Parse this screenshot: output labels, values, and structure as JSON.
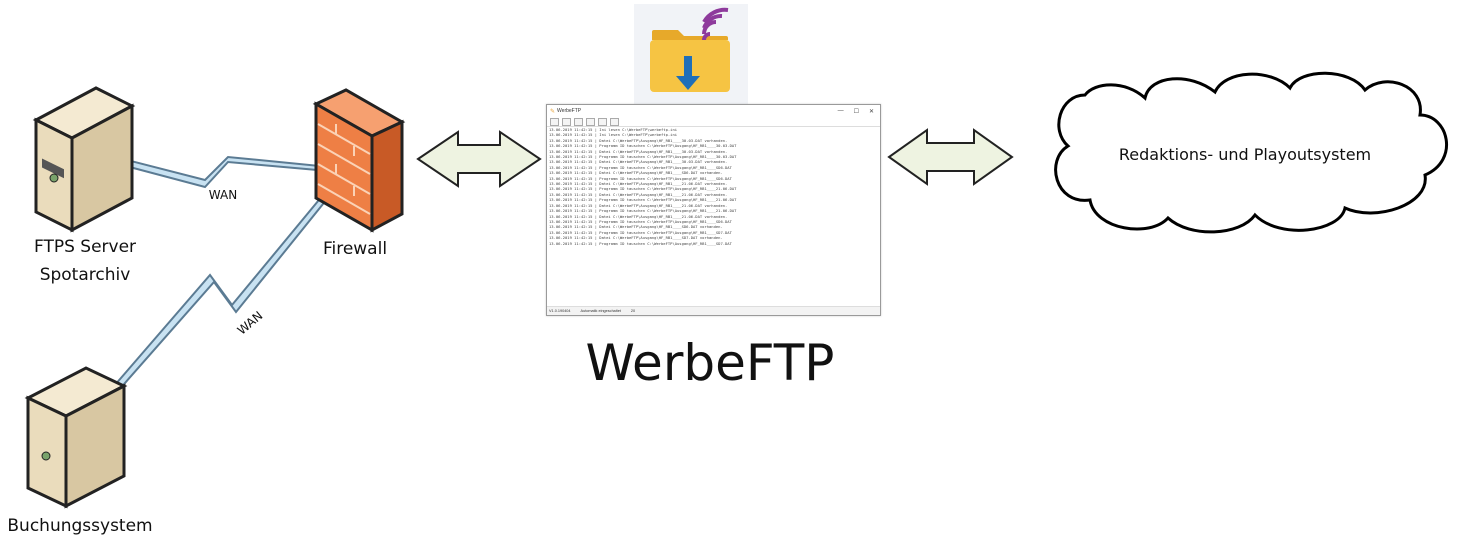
{
  "labels": {
    "ftps_server_line1": "FTPS Server",
    "ftps_server_line2": "Spotarchiv",
    "firewall": "Firewall",
    "booking": "Buchungssystem",
    "wan_top": "WAN",
    "wan_bottom": "WAN",
    "cloud": "Redaktions- und Playoutsystem",
    "app_title": "WerbeFTP"
  },
  "window": {
    "title": "WerbeFTP",
    "controls": [
      "—",
      "☐",
      "✕"
    ],
    "log_lines": [
      "13.06.2019 11:42:15 | Ini lesen C:\\WerbeFTP\\werbeftp.ini",
      "13.06.2019 11:42:15 | Ini lesen C:\\WerbeFTP\\werbeftp.ini",
      "13.06.2019 11:42:15 | Datei C:\\WerbeFTP\\Ausgang\\HF_RB1____30.03.DAT vorhanden.",
      "13.06.2019 11:42:15 | Programm ID tauschen C:\\WerbeFTP\\Ausgang\\HF_RB1____30.03.DAT",
      "13.06.2019 11:42:15 | Datei C:\\WerbeFTP\\Ausgang\\HF_RB1____30.03.DAT vorhanden.",
      "13.06.2019 11:42:15 | Programm ID tauschen C:\\WerbeFTP\\Ausgang\\HF_RB1____30.03.DAT",
      "13.06.2019 11:42:15 | Datei C:\\WerbeFTP\\Ausgang\\HF_RB1____30.03.DAT vorhanden.",
      "13.06.2019 11:42:15 | Programm ID tauschen C:\\WerbeFTP\\Ausgang\\HF_RB1____SD6.DAT",
      "13.06.2019 11:42:15 | Datei C:\\WerbeFTP\\Ausgang\\HF_RB1____SD6.DAT vorhanden.",
      "13.06.2019 11:42:15 | Programm ID tauschen C:\\WerbeFTP\\Ausgang\\HF_RB1____SD6.DAT",
      "13.06.2019 11:42:15 | Datei C:\\WerbeFTP\\Ausgang\\HF_RB1____21.06.DAT vorhanden.",
      "13.06.2019 11:42:15 | Programm ID tauschen C:\\WerbeFTP\\Ausgang\\HF_RB1____21.06.DAT",
      "13.06.2019 11:42:15 | Datei C:\\WerbeFTP\\Ausgang\\HF_RB1____21.06.DAT vorhanden.",
      "13.06.2019 11:42:15 | Programm ID tauschen C:\\WerbeFTP\\Ausgang\\HF_RB1____21.06.DAT",
      "13.06.2019 11:42:15 | Datei C:\\WerbeFTP\\Ausgang\\HF_RB1____21.06.DAT vorhanden.",
      "13.06.2019 11:42:15 | Programm ID tauschen C:\\WerbeFTP\\Ausgang\\HF_RB1____21.06.DAT",
      "13.06.2019 11:42:15 | Datei C:\\WerbeFTP\\Ausgang\\HF_RB1____21.06.DAT vorhanden.",
      "13.06.2019 11:42:15 | Programm ID tauschen C:\\WerbeFTP\\Ausgang\\HF_RB1____SD6.DAT",
      "13.06.2019 11:42:15 | Datei C:\\WerbeFTP\\Ausgang\\HF_RB1____SD6.DAT vorhanden.",
      "13.06.2019 11:42:15 | Programm ID tauschen C:\\WerbeFTP\\Ausgang\\HF_RB1____SD7.DAT",
      "13.06.2019 11:42:15 | Datei C:\\WerbeFTP\\Ausgang\\HF_RB1____SD7.DAT vorhanden.",
      "13.06.2019 11:42:15 | Programm ID tauschen C:\\WerbeFTP\\Ausgang\\HF_RB1____SD7.DAT"
    ],
    "status_version": "V1.0.190404",
    "status_mode": "Automatik eingeschaltet",
    "status_count": "20"
  },
  "colors": {
    "firewall": "#e8733a",
    "server": "#e9dcc0",
    "bolt": "#b9d8ec",
    "arrow": "#eef3e1",
    "folder": "#f6c443",
    "download": "#1f6fb8",
    "signal": "#8e3a9c"
  },
  "icons": [
    "server-icon",
    "firewall-icon",
    "lightning-wan-icon",
    "double-arrow-icon",
    "cloud-icon",
    "folder-download-icon"
  ]
}
